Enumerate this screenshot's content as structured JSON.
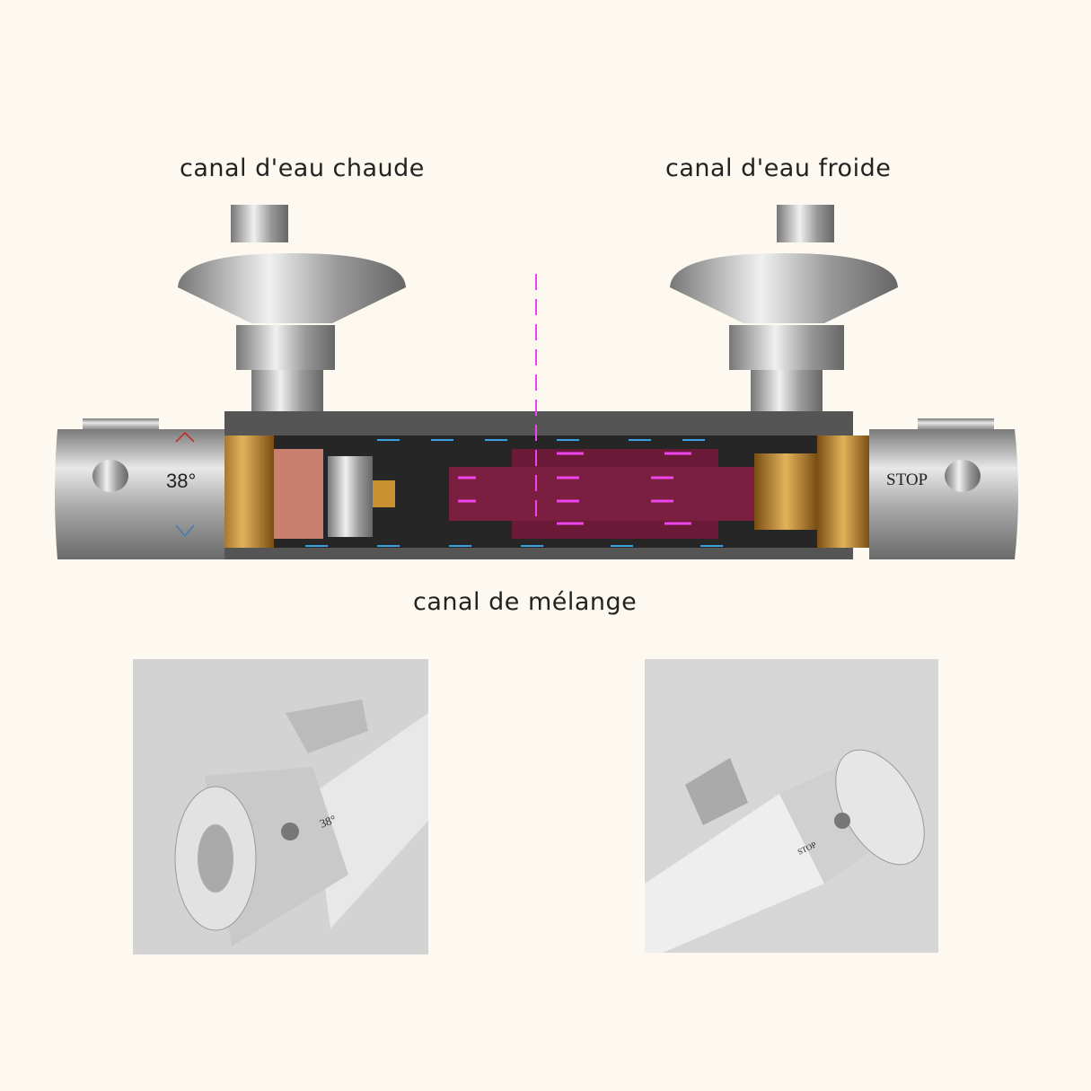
{
  "labels": {
    "hot_channel": "canal d'eau chaude",
    "cold_channel": "canal d'eau froide",
    "mixing_channel": "canal de mélange"
  },
  "valve": {
    "temperature_marking": "38°",
    "stop_marking": "STOP"
  },
  "photos": {
    "left": {
      "temperature_marking": "38°"
    },
    "right": {
      "stop_marking": "STOP"
    }
  },
  "colors": {
    "background": "#fdf9f1",
    "hot_flow": "#ee44ee",
    "cold_flow": "#3aa0e0",
    "brass": "#c8902e",
    "chrome": "#b8b8b8"
  }
}
